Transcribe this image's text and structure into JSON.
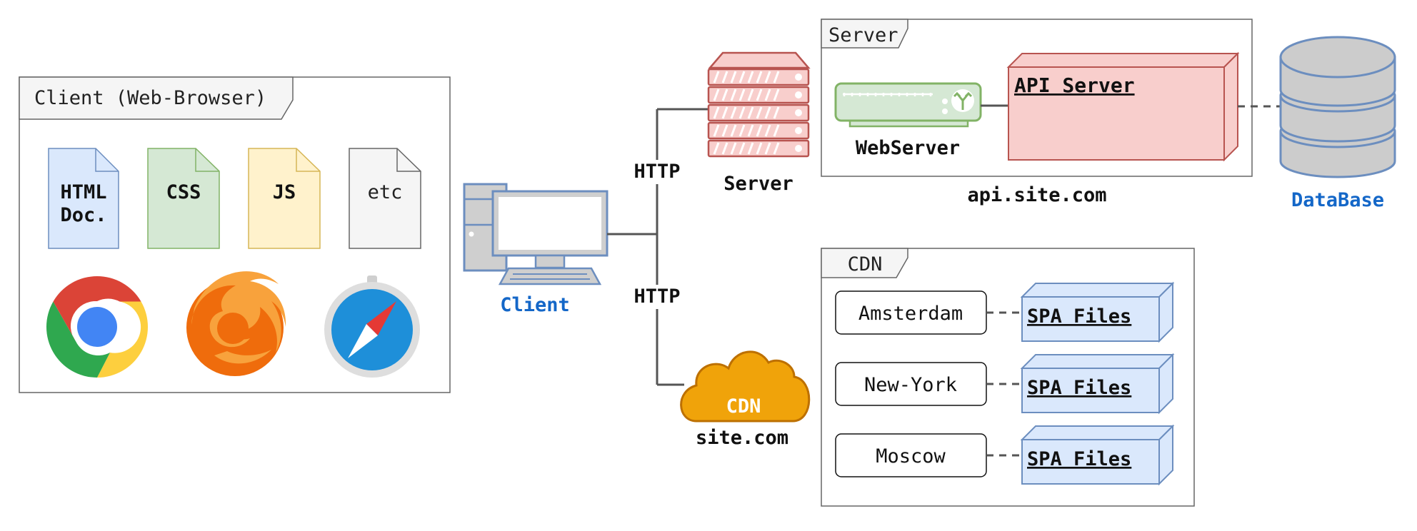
{
  "client_frame": {
    "title": "Client (Web-Browser)"
  },
  "files": [
    {
      "label_line1": "HTML",
      "label_line2": "Doc."
    },
    {
      "label_line1": "CSS",
      "label_line2": ""
    },
    {
      "label_line1": "JS",
      "label_line2": ""
    },
    {
      "label_line1": "etc",
      "label_line2": ""
    }
  ],
  "browsers": [
    "chrome-icon",
    "firefox-icon",
    "safari-icon"
  ],
  "client_computer": {
    "label": "Client"
  },
  "connections": {
    "http_top": "HTTP",
    "http_bottom": "HTTP"
  },
  "server_rack": {
    "label": "Server"
  },
  "cdn_cloud": {
    "cloud_text": "CDN",
    "label": "site.com"
  },
  "server_frame": {
    "title": "Server",
    "webserver_label": "WebServer",
    "api_server_label": "API Server",
    "domain_label": "api.site.com"
  },
  "database": {
    "label": "DataBase"
  },
  "cdn_frame": {
    "title": "CDN",
    "locations": [
      {
        "city": "Amsterdam",
        "files": "SPA Files"
      },
      {
        "city": "New-York",
        "files": "SPA Files"
      },
      {
        "city": "Moscow",
        "files": "SPA Files"
      }
    ]
  },
  "colors": {
    "html_fill": "#dae8fc",
    "html_stroke": "#6c8ebf",
    "css_fill": "#d5e8d4",
    "css_stroke": "#82b366",
    "js_fill": "#fff2cc",
    "js_stroke": "#d6b656",
    "etc_fill": "#f5f5f5",
    "etc_stroke": "#666666",
    "server_fill": "#f8cecc",
    "server_stroke": "#b85450",
    "cdn_cloud": "#f0a30a",
    "link_blue": "#1467c8",
    "db_fill": "#cccccc",
    "db_stroke": "#6c8ebf"
  }
}
